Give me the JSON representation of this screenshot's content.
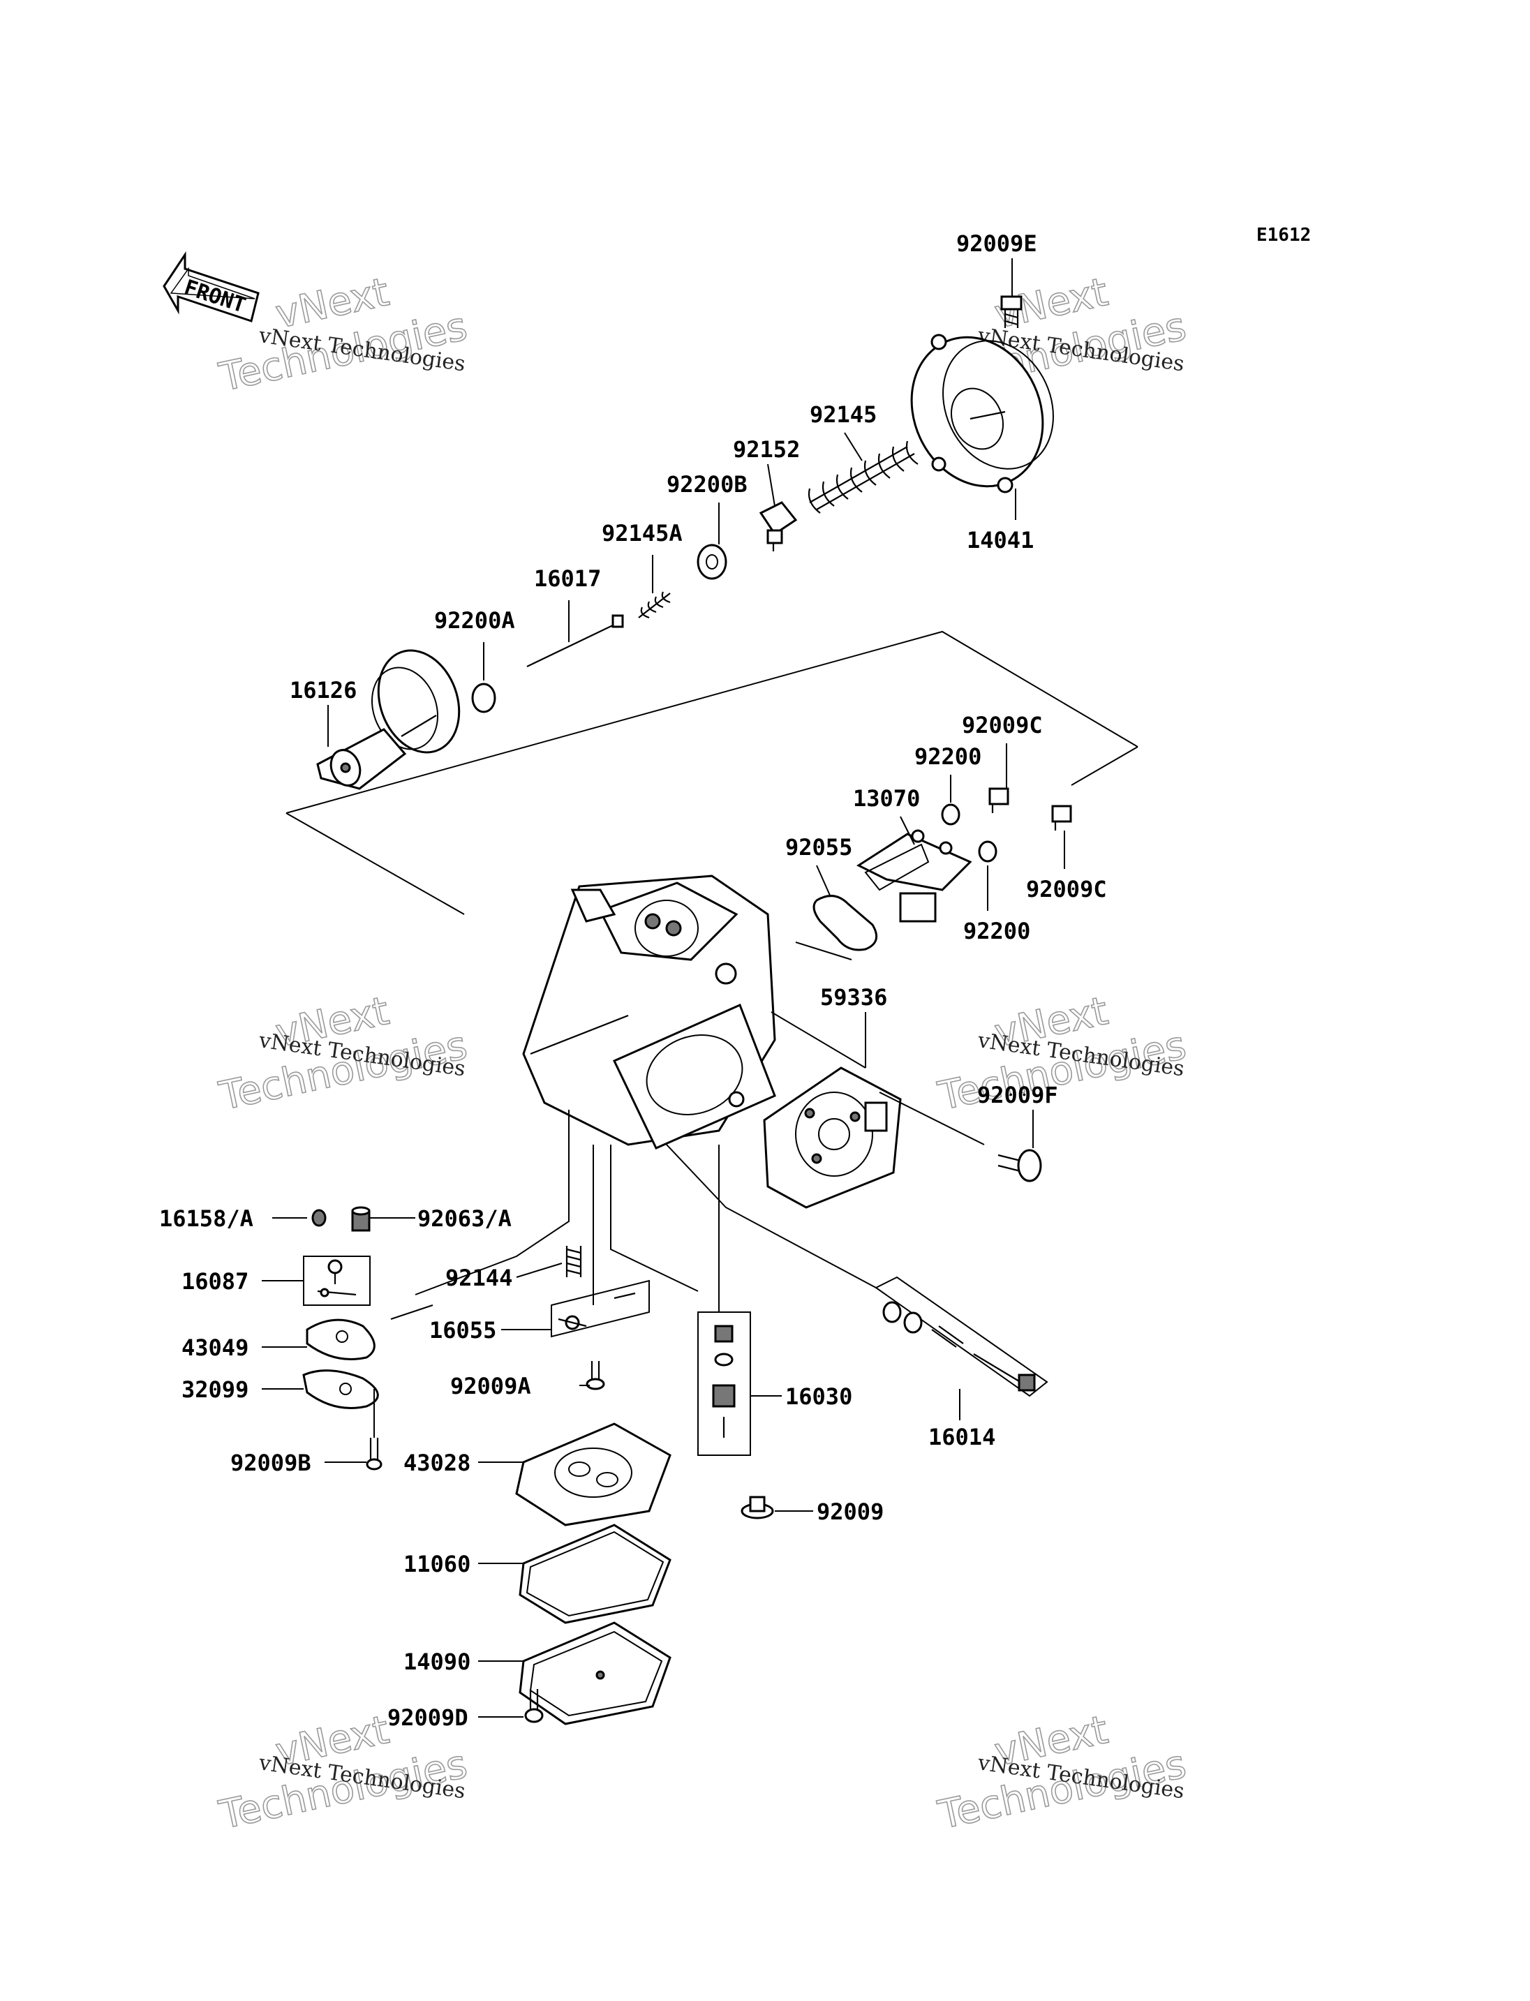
{
  "diagram_code": "E1612",
  "front_arrow_label": "FRONT",
  "watermark": {
    "small": "vNext Technologies",
    "big_top": "vNext",
    "big_bottom": "Technologies"
  },
  "parts": {
    "p92009E": "92009E",
    "p92145": "92145",
    "p92152": "92152",
    "p92200B": "92200B",
    "p92145A": "92145A",
    "p16017": "16017",
    "p92200A": "92200A",
    "p14041": "14041",
    "p16126": "16126",
    "p92009C_top": "92009C",
    "p92200_top": "92200",
    "p13070": "13070",
    "p92055": "92055",
    "p92009C_bottom": "92009C",
    "p92200_bottom": "92200",
    "p59336": "59336",
    "p92009F": "92009F",
    "p16158A": "16158/A",
    "p92063A": "92063/A",
    "p16087": "16087",
    "p92144": "92144",
    "p16055": "16055",
    "p43049": "43049",
    "p32099": "32099",
    "p92009A": "92009A",
    "p16030": "16030",
    "p16014": "16014",
    "p92009B": "92009B",
    "p43028": "43028",
    "p92009": "92009",
    "p11060": "11060",
    "p14090": "14090",
    "p92009D": "92009D"
  }
}
